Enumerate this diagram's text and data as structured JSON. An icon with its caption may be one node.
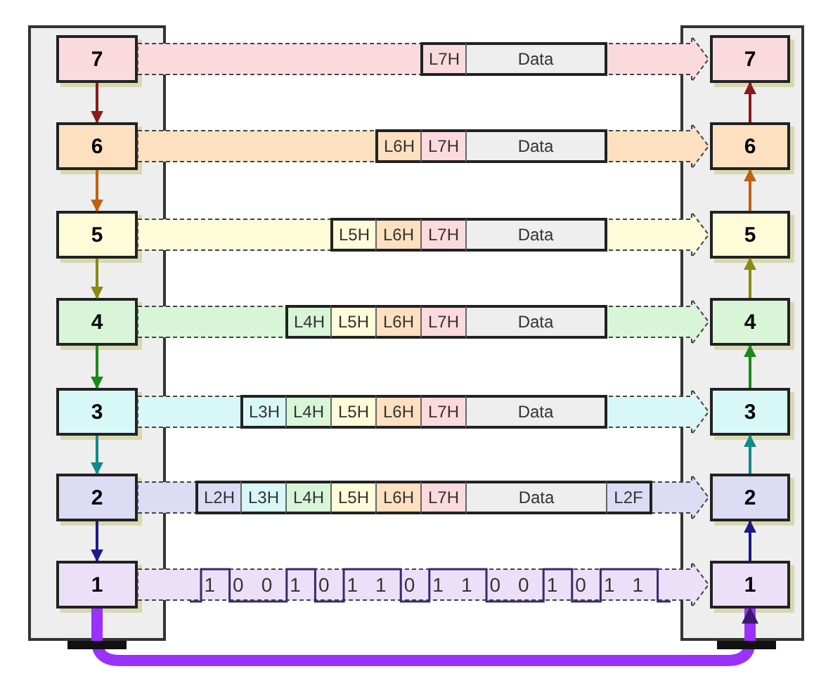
{
  "diagram": {
    "nodes": [
      {
        "text": [],
        "shape": "box"
      },
      {
        "text": [
          "7"
        ],
        "in": 0
      },
      {
        "text": [
          "6"
        ],
        "in": 0
      },
      {
        "text": [
          "5"
        ],
        "in": 0
      },
      {
        "text": [
          "4"
        ],
        "in": 0
      },
      {
        "text": [
          "3"
        ],
        "in": 0
      },
      {
        "text": [
          "2"
        ],
        "in": 0
      },
      {
        "text": [
          "1"
        ],
        "in": 0
      },
      {
        "text": [],
        "shape": "box"
      },
      {
        "text": [
          "7"
        ],
        "in": 8
      },
      {
        "text": [
          "6"
        ],
        "in": 8
      },
      {
        "text": [
          "5"
        ],
        "in": 8
      },
      {
        "text": [
          "4"
        ],
        "in": 8
      },
      {
        "text": [
          "3"
        ],
        "in": 8
      },
      {
        "text": [
          "2"
        ],
        "in": 8
      },
      {
        "text": [
          "1"
        ],
        "in": 8
      }
    ],
    "edges": [
      {
        "from": 1,
        "to": 2,
        "arrow": "to",
        "color": "#8b1a1a"
      },
      {
        "from": 2,
        "to": 3,
        "arrow": "to",
        "color": "#c06010"
      },
      {
        "from": 3,
        "to": 4,
        "arrow": "to",
        "color": "#8a8a10"
      },
      {
        "from": 4,
        "to": 5,
        "arrow": "to",
        "color": "#1a8a1a"
      },
      {
        "from": 5,
        "to": 6,
        "arrow": "to",
        "color": "#108a8a"
      },
      {
        "from": 6,
        "to": 7,
        "arrow": "to",
        "color": "#1a1a8a"
      },
      {
        "from": 15,
        "to": 14,
        "arrow": "to",
        "color": "#1a1a8a"
      },
      {
        "from": 14,
        "to": 13,
        "arrow": "to",
        "color": "#108a8a"
      },
      {
        "from": 13,
        "to": 12,
        "arrow": "to",
        "color": "#1a8a1a"
      },
      {
        "from": 12,
        "to": 11,
        "arrow": "to",
        "color": "#8a8a10"
      },
      {
        "from": 11,
        "to": 10,
        "arrow": "to",
        "color": "#c06010"
      },
      {
        "from": 10,
        "to": 9,
        "arrow": "to",
        "color": "#8b1a1a"
      },
      {
        "from": 1,
        "to": 9,
        "arrow": "to",
        "style": "dashed",
        "color": "#fadadd"
      },
      {
        "from": 2,
        "to": 10,
        "arrow": "to",
        "style": "dashed",
        "color": "#fde0c0"
      },
      {
        "from": 3,
        "to": 11,
        "arrow": "to",
        "style": "dashed",
        "color": "#fdfbd8"
      },
      {
        "from": 4,
        "to": 12,
        "arrow": "to",
        "style": "dashed",
        "color": "#d8f5d8"
      },
      {
        "from": 5,
        "to": 13,
        "arrow": "to",
        "style": "dashed",
        "color": "#d8f8f8"
      },
      {
        "from": 6,
        "to": 14,
        "arrow": "to",
        "style": "dashed",
        "color": "#dcdcf5"
      },
      {
        "from": 7,
        "to": 15,
        "arrow": "to",
        "style": "dashed",
        "color": "#ece0f8"
      },
      {
        "from": 7,
        "to": 15,
        "arrow": "to",
        "style": "thick",
        "color": "#9b30ff"
      }
    ],
    "labels": [
      "L7H",
      "Data",
      "L6H",
      "L7H",
      "Data",
      "L5H",
      "L6H",
      "L7H",
      "Data",
      "L4H",
      "L5H",
      "L6H",
      "L7H",
      "Data",
      "L3H",
      "L4H",
      "L5H",
      "L6H",
      "L7H",
      "Data",
      "L2H",
      "L3H",
      "L4H",
      "L5H",
      "L6H",
      "L7H",
      "Data",
      "L2F",
      "1",
      "0",
      "0",
      "1",
      "0",
      "1",
      "1",
      "0",
      "1",
      "1",
      "0",
      "0",
      "1",
      "0",
      "1",
      "1"
    ]
  }
}
